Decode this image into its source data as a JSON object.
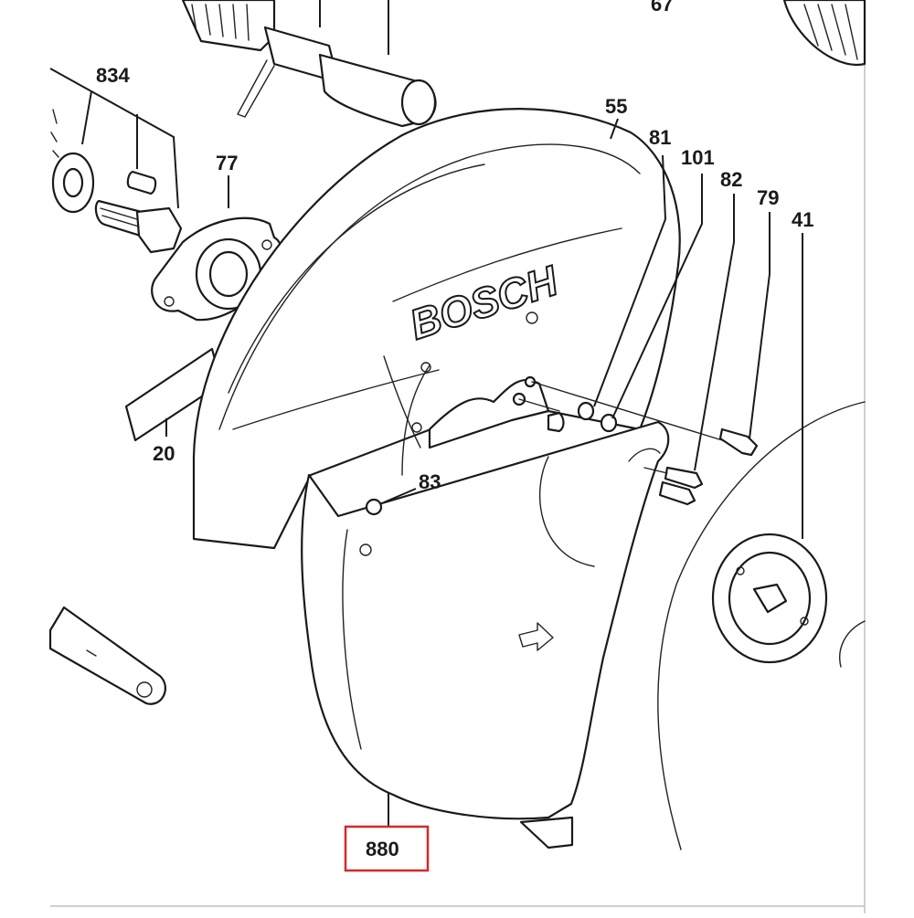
{
  "diagram": {
    "brand_text": "BOSCH",
    "highlight_color": "#d62828",
    "line_color": "#1a1a1a",
    "callouts": {
      "c67": "67",
      "c834": "834",
      "c77": "77",
      "c55": "55",
      "c81": "81",
      "c101": "101",
      "c82": "82",
      "c79": "79",
      "c41": "41",
      "c20": "20",
      "c83": "83",
      "c880": "880"
    }
  }
}
